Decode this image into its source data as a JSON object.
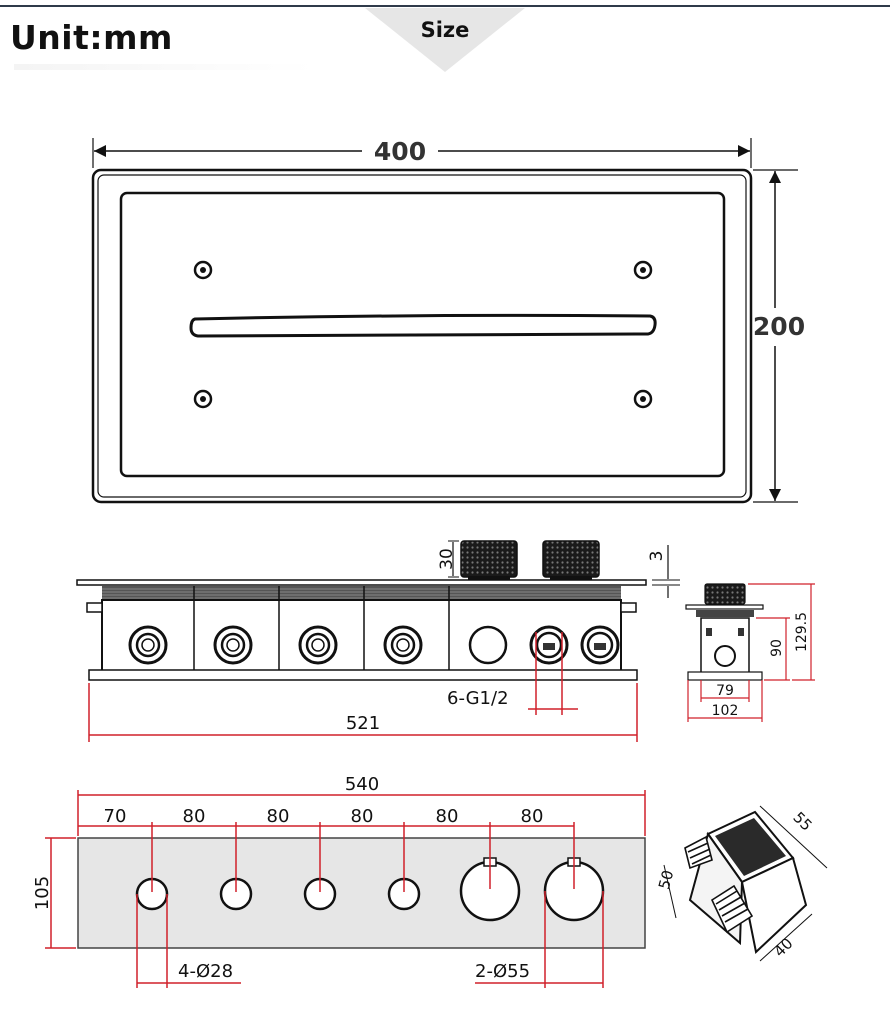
{
  "header": {
    "unit_label": "Unit:mm",
    "section_label": "Size"
  },
  "colors": {
    "outline": "#111111",
    "dimension_red": "#d0202a",
    "panel_gray": "#e6e6e6"
  },
  "top_view": {
    "width_label": "400",
    "height_label": "200"
  },
  "side_view": {
    "knob_height_label": "30",
    "panel_thickness_label": "3",
    "port_label": "6-G1/2",
    "length_label": "521",
    "width_inner_label": "79",
    "width_outer_label": "102",
    "body_height_label": "90",
    "total_height_label": "129.5"
  },
  "panel_view": {
    "total_width_label": "540",
    "spacing_labels": [
      "70",
      "80",
      "80",
      "80",
      "80",
      "80"
    ],
    "height_label": "105",
    "small_hole_label": "4-Ø28",
    "large_hole_label": "2-Ø55"
  },
  "fitting": {
    "labels": [
      "55",
      "50",
      "40"
    ]
  }
}
